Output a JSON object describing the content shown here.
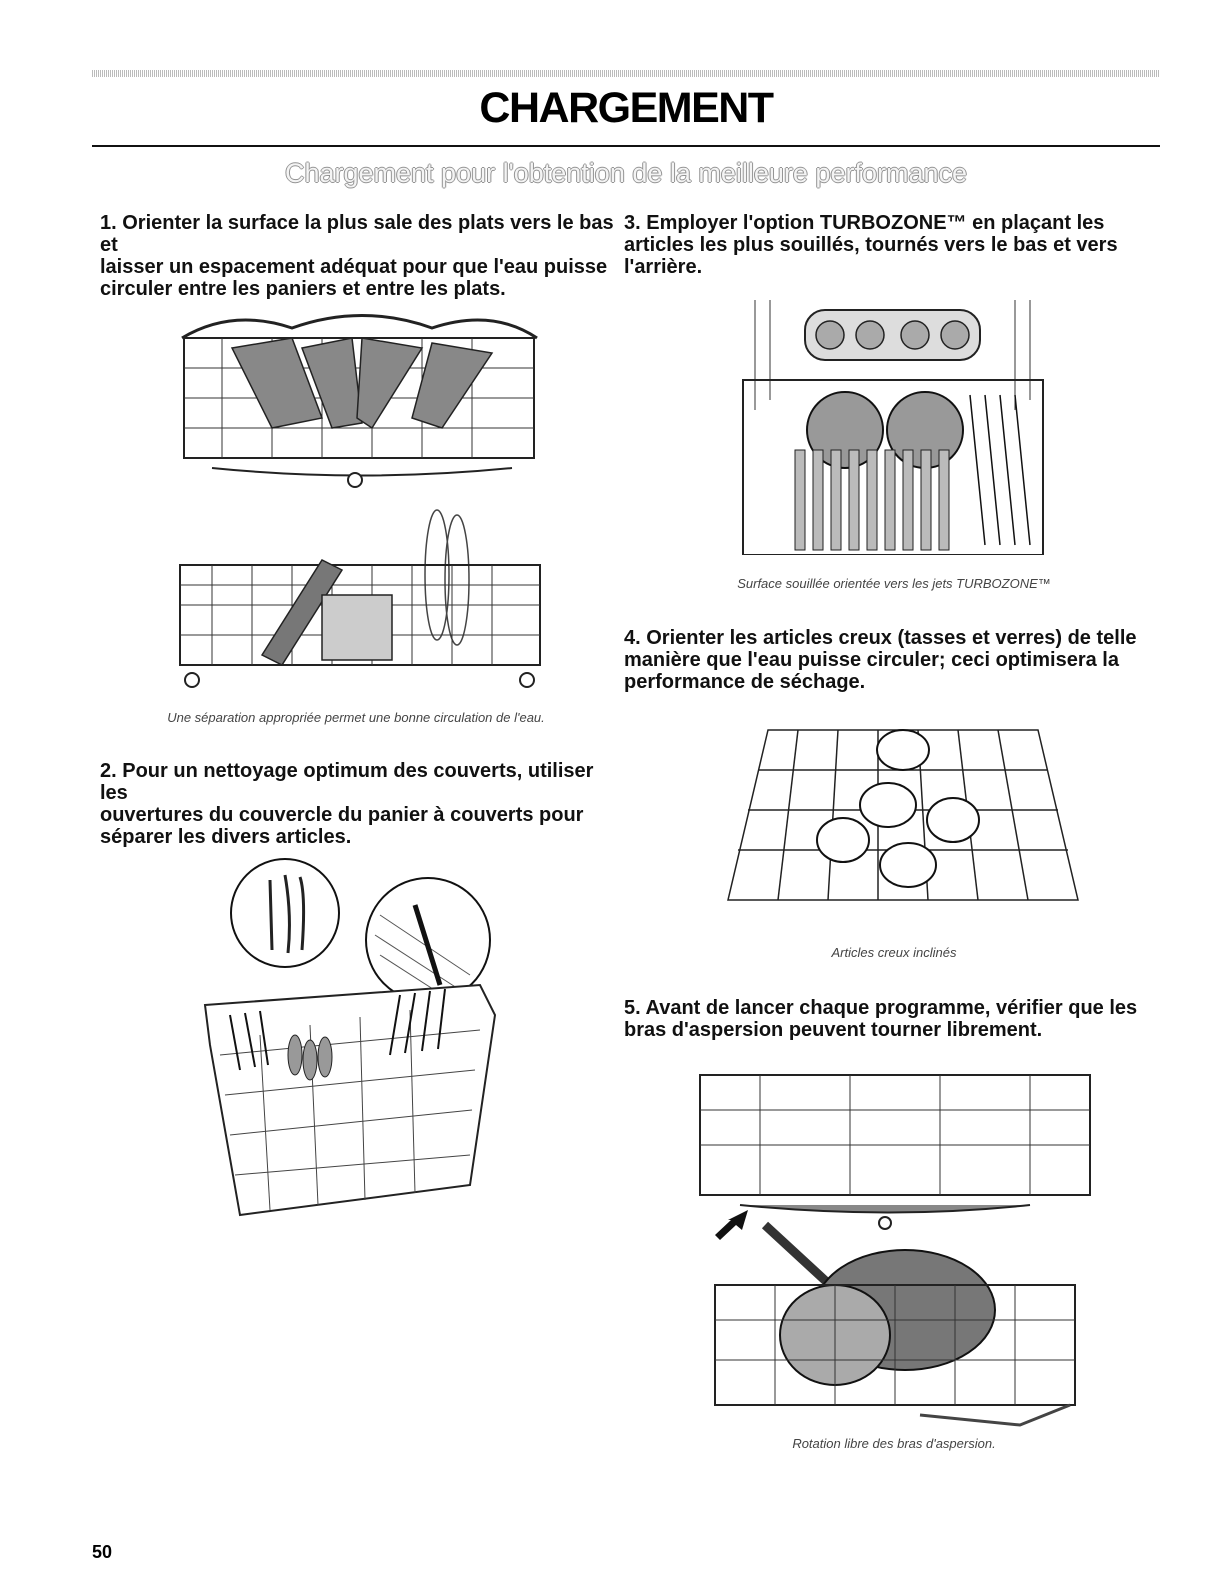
{
  "header": {
    "title": "CHARGEMENT",
    "subtitle": "Chargement pour l'obtention de la meilleure performance"
  },
  "steps": [
    {
      "text": "1. Orienter la surface la plus sale des plats vers le bas et\nlaisser un espacement adéquat pour que l'eau puisse\ncirculer entre les paniers et entre les plats."
    },
    {
      "text": "2. Pour un nettoyage optimum des couverts, utiliser les\nouvertures du couvercle du panier à couverts pour\nséparer les divers articles."
    },
    {
      "text": "3. Employer l'option TURBOZONE™ en plaçant les\narticles les plus souillés, tournés vers le bas et vers\nl'arrière."
    },
    {
      "text": "4. Orienter les articles creux (tasses et verres) de telle\nmanière que l'eau puisse circuler; ceci optimisera la\nperformance de séchage."
    },
    {
      "text": "5. Avant de lancer chaque programme, vérifier que les\nbras d'aspersion peuvent tourner librement."
    }
  ],
  "captions": {
    "spacing": "Une séparation appropriée permet une bonne circulation de l'eau.",
    "turbozone": "Surface souillée orientée vers les jets TURBOZONE™",
    "hollow": "Articles creux inclinés",
    "spray": "Rotation libre des bras d'aspersion."
  },
  "footer": {
    "page_number": "50"
  }
}
